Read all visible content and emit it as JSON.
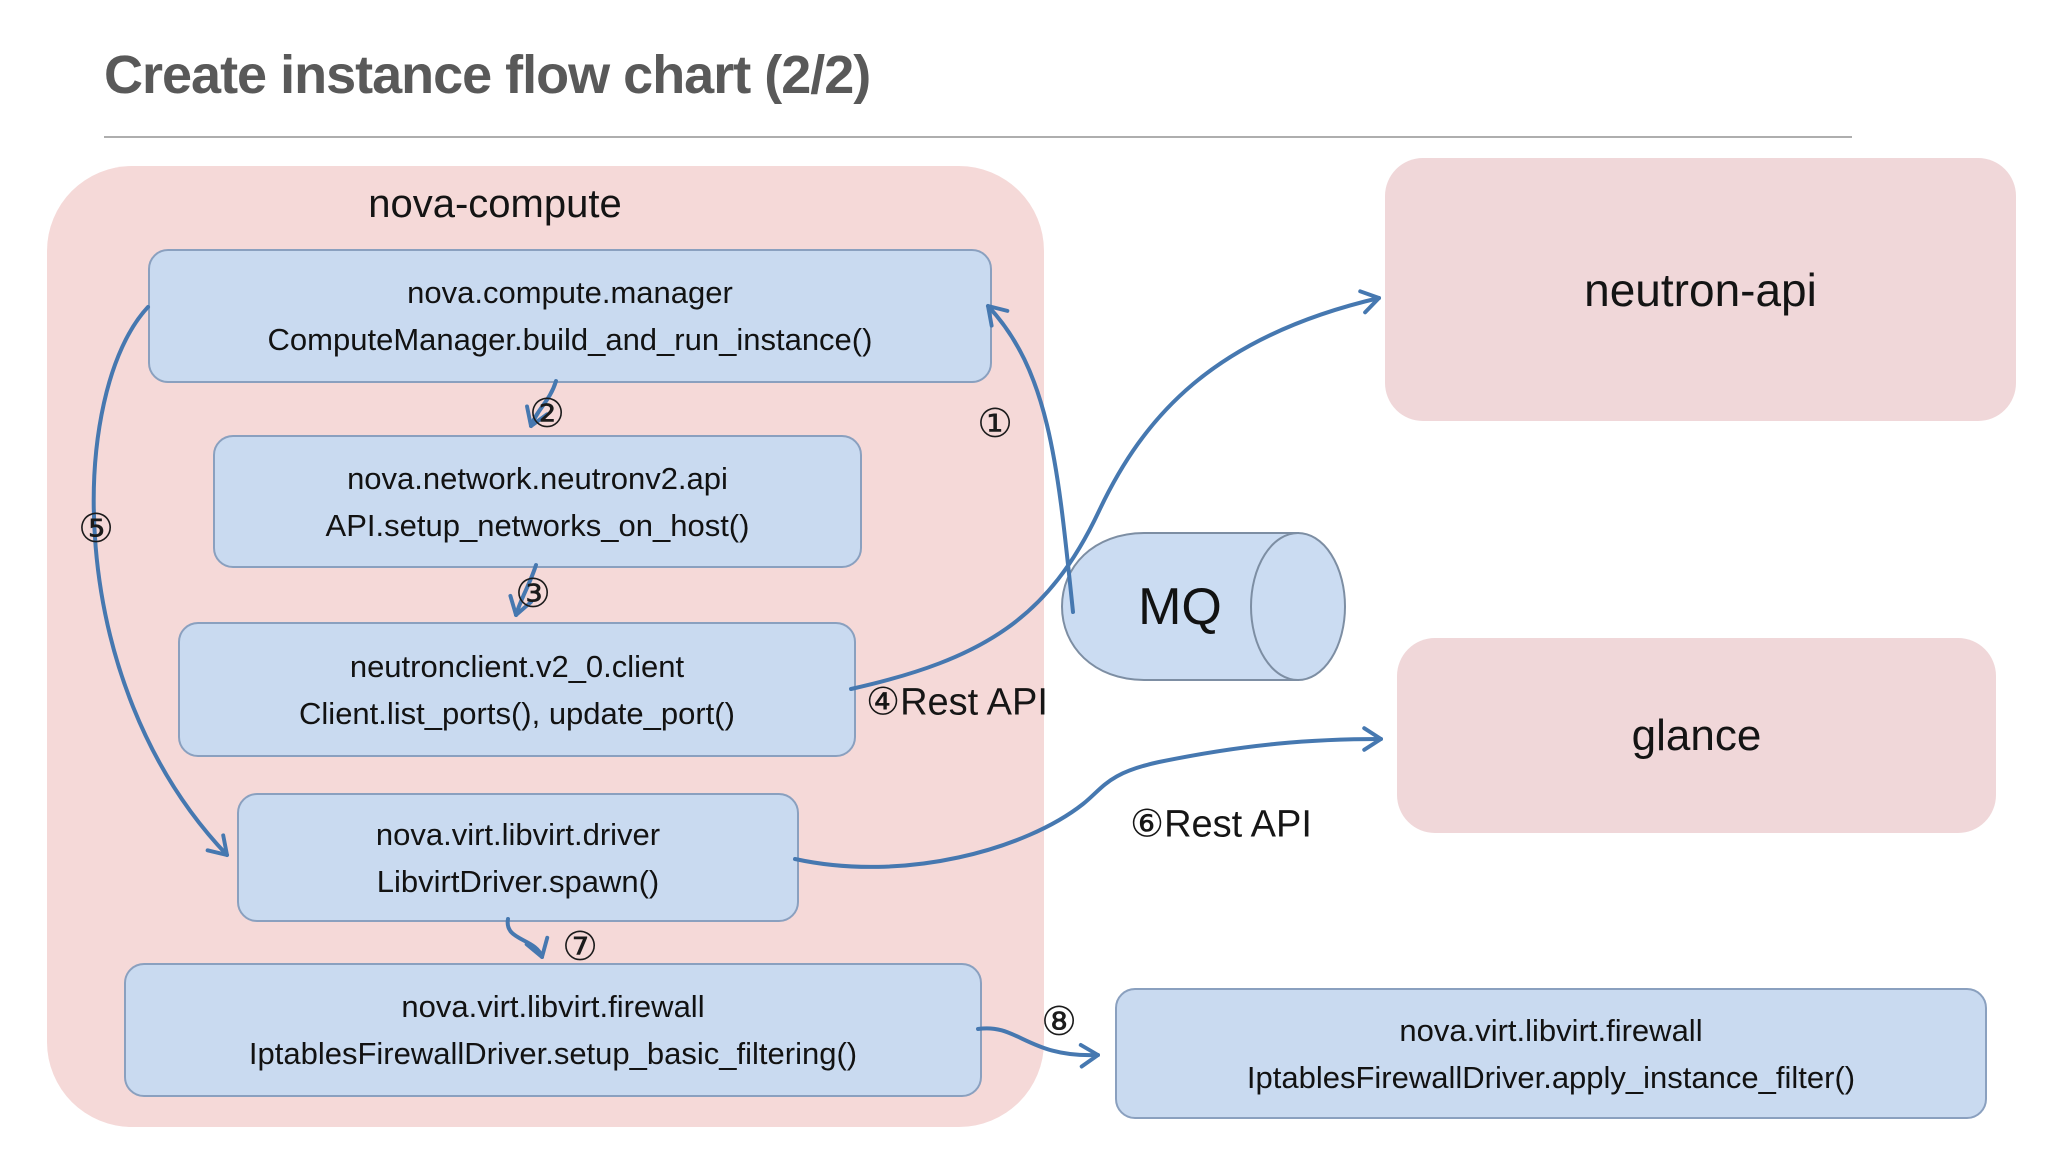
{
  "title": "Create instance flow chart (2/2)",
  "container": {
    "label": "nova-compute"
  },
  "nodes": {
    "manager": {
      "line1": "nova.compute.manager",
      "line2": "ComputeManager.build_and_run_instance()"
    },
    "network_api": {
      "line1": "nova.network.neutronv2.api",
      "line2": "API.setup_networks_on_host()"
    },
    "neutronclient": {
      "line1": "neutronclient.v2_0.client",
      "line2": "Client.list_ports(), update_port()"
    },
    "libvirt_driver": {
      "line1": "nova.virt.libvirt.driver",
      "line2": "LibvirtDriver.spawn()"
    },
    "firewall_setup": {
      "line1": "nova.virt.libvirt.firewall",
      "line2": "IptablesFirewallDriver.setup_basic_filtering()"
    },
    "firewall_apply": {
      "line1": "nova.virt.libvirt.firewall",
      "line2": "IptablesFirewallDriver.apply_instance_filter()"
    },
    "neutron_api": {
      "label": "neutron-api"
    },
    "glance": {
      "label": "glance"
    },
    "mq": {
      "label": "MQ"
    }
  },
  "steps": {
    "s1": "①",
    "s2": "②",
    "s3": "③",
    "s5": "⑤",
    "s7": "⑦",
    "s8": "⑧"
  },
  "edge_labels": {
    "rest4": "④Rest API",
    "rest6": "⑥Rest API"
  },
  "colors": {
    "title_text": "#595959",
    "arrow": "#4678b0",
    "node_fill": "#c9daf0",
    "node_border": "#8aa0bf",
    "group_fill": "#f5d9d8",
    "external_fill": "#f0d7d9"
  }
}
